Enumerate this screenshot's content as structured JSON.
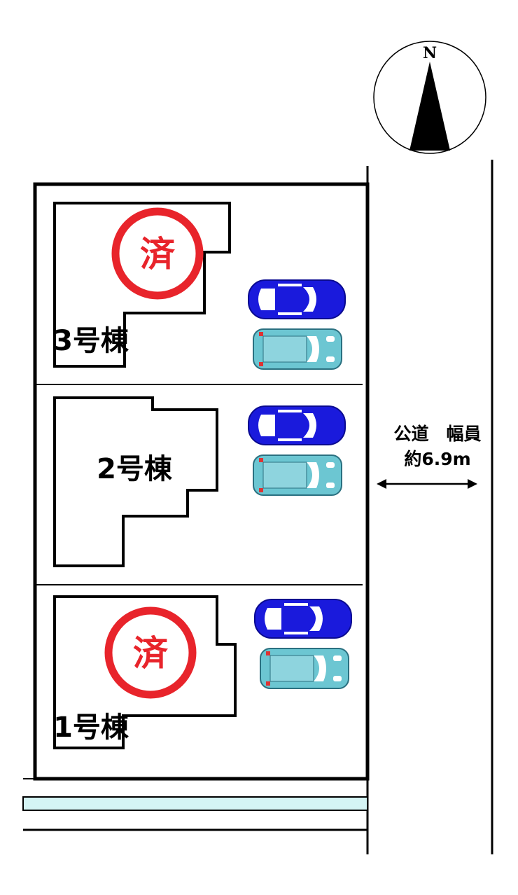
{
  "compass": {
    "label": "N",
    "icon": "north-arrow-icon"
  },
  "lots": [
    {
      "label": "3号棟",
      "sold": true
    },
    {
      "label": "2号棟",
      "sold": false
    },
    {
      "label": "1号棟",
      "sold": true
    }
  ],
  "stamp": {
    "text": "済",
    "color": "#e8242b"
  },
  "road": {
    "line1": "公道　幅員",
    "line2": "約6.9m"
  },
  "colors": {
    "car_sedan": "#1a1adc",
    "car_compact": "#6cc6d2",
    "sidewalk": "#d4f4f4"
  }
}
